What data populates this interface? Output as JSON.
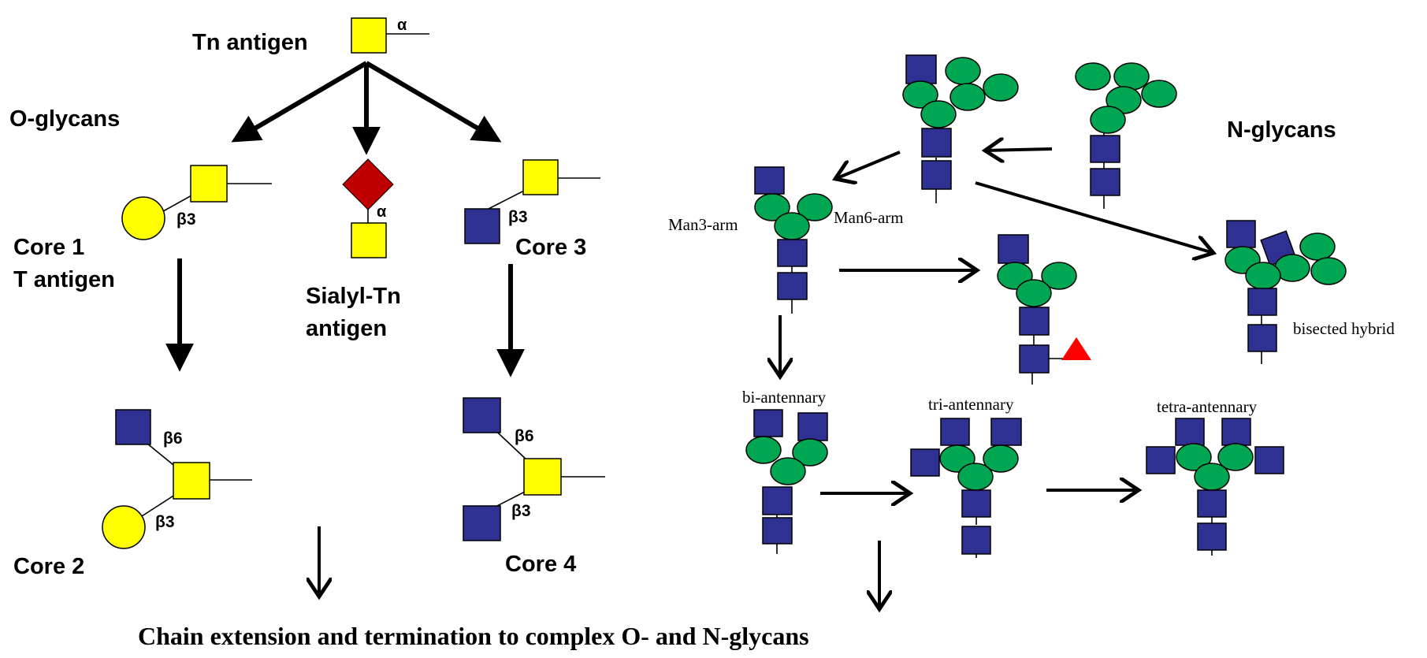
{
  "colors": {
    "glcnac": "#2e3192",
    "galnac_gal": "#ffff00",
    "mannose": "#00a651",
    "sialic_acid": "#c00000",
    "fucose": "#ff0000"
  },
  "o_glycans": {
    "section_title": "O-glycans",
    "tn_antigen": "Tn antigen",
    "tn_link": "α",
    "core1_line1": "Core 1",
    "core1_line2": "T antigen",
    "core1_link": "β3",
    "sialyl_line1": "Sialyl-Tn",
    "sialyl_line2": "antigen",
    "sialyl_link": "α",
    "core3": "Core 3",
    "core3_link": "β3",
    "core2": "Core 2",
    "core2_link_b6": "β6",
    "core2_link_b3": "β3",
    "core4": "Core 4",
    "core4_link_b6": "β6",
    "core4_link_b3": "β3"
  },
  "n_glycans": {
    "section_title": "N-glycans",
    "man3_arm": "Man3-arm",
    "man6_arm": "Man6-arm",
    "bisected_hybrid": "bisected hybrid",
    "bi_antennary": "bi-antennary",
    "tri_antennary": "tri-antennary",
    "tetra_antennary": "tetra-antennary"
  },
  "footer": {
    "caption": "Chain extension and termination to complex O- and N-glycans"
  }
}
